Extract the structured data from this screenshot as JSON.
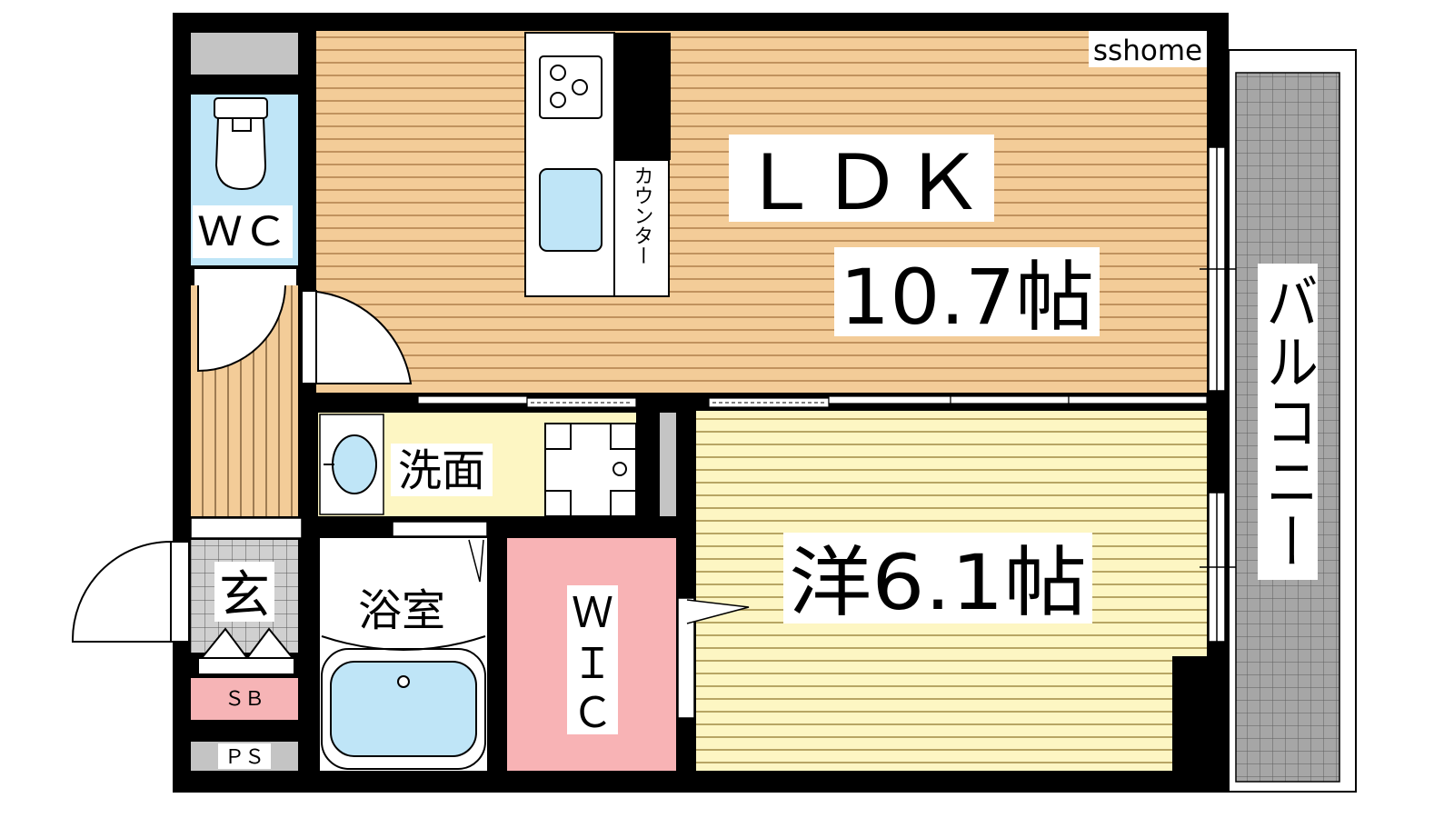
{
  "watermark": "sshome",
  "rooms": {
    "ldk_name": "ＬＤＫ",
    "ldk_size": "10.7帖",
    "western_size": "洋6.1帖",
    "wc": "ＷＣ",
    "washroom": "洗面",
    "bath": "浴室",
    "wic": [
      "Ｗ",
      "Ｉ",
      "Ｃ"
    ],
    "entrance": "玄",
    "shoe_box": "ＳＢ",
    "pipe_space": "ＰＳ",
    "counter": "カウンター",
    "balcony": "バルコニー"
  },
  "colors": {
    "ldk_floor": "#f3cc98",
    "ldk_line": "#b07f4a",
    "western_floor": "#fdf6c3",
    "western_line": "#a08a44",
    "washroom_floor": "#fdf6c3",
    "wet_area": "#bfe5f7",
    "wic": "#f8b3b5",
    "shoebox": "#f6b4b6",
    "gray": "#c4c4c4",
    "balcony": "#a6a6a6"
  }
}
